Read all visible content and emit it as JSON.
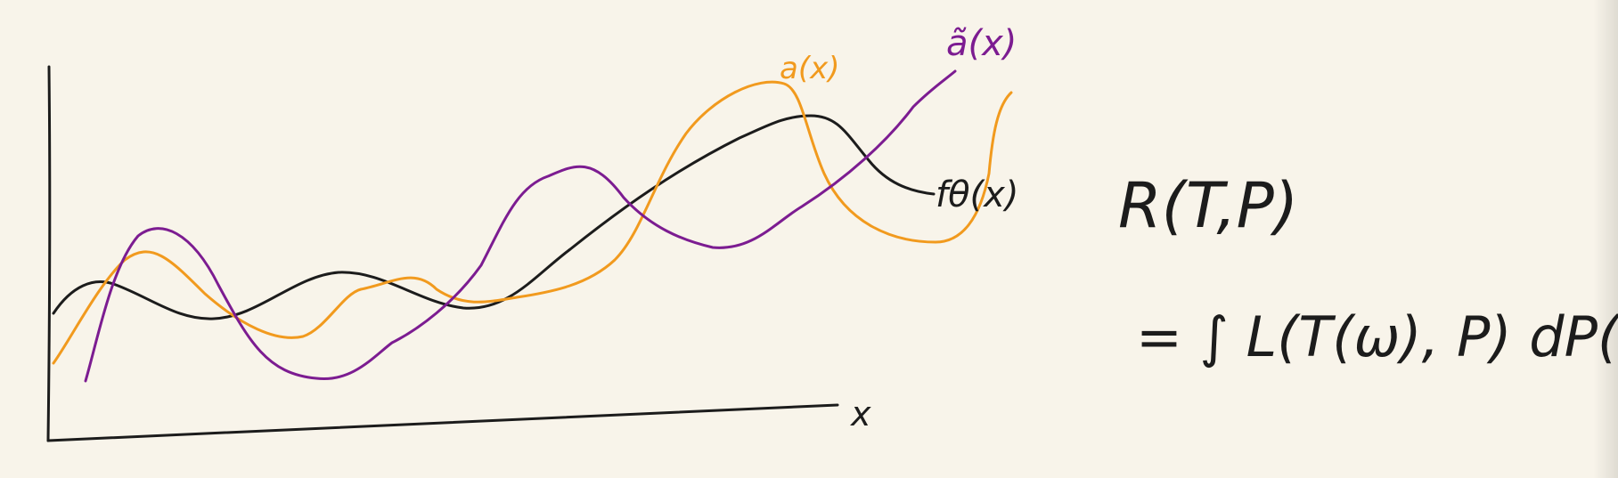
{
  "labels": {
    "axis_x": "x",
    "curve_a": "a(x)",
    "curve_a_tilde": "ã(x)",
    "curve_f": "fθ(x)"
  },
  "formula": {
    "line1": "R(T,P)",
    "line2": "= ∫ L(T(ω), P) dP(ω)"
  },
  "colors": {
    "background": "#f8f4ea",
    "ink": "#1c1c1c",
    "orange": "#f19a1e",
    "purple": "#7c1c91"
  }
}
